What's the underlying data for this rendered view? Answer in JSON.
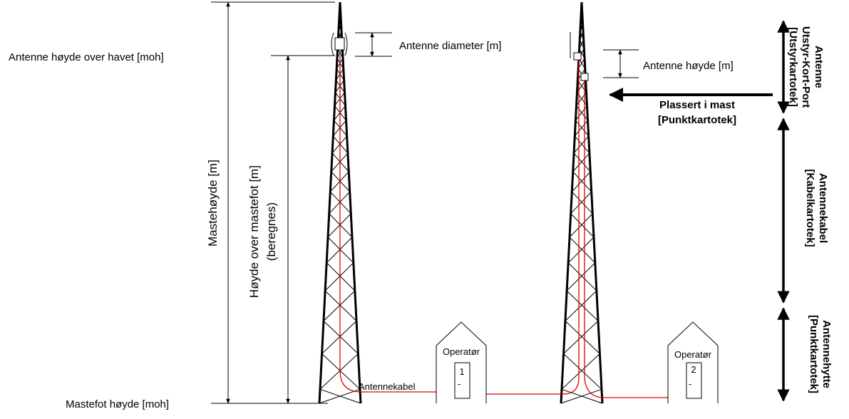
{
  "labels": {
    "antenna_height_asl": "Antenne høyde over havet [moh]",
    "mast_foot_height": "Mastefot høyde [moh]",
    "mast_height": "Mastehøyde [m]",
    "height_over_foot_1": "Høyde over mastefot [m]",
    "height_over_foot_2": "(beregnes)",
    "antenna_diameter": "Antenne diameter [m]",
    "antenna_height": "Antenne høyde [m]",
    "placed_in_mast_1": "Plassert i mast",
    "placed_in_mast_2": "[Punktkartotek]",
    "antenna_cable": "Antennekabel"
  },
  "huts": [
    {
      "title": "Operatør",
      "number": "1",
      "sub": "-"
    },
    {
      "title": "Operatør",
      "number": "2",
      "sub": "-"
    }
  ],
  "right_panel": [
    {
      "line1": "Antenne",
      "line2": "Utstyr-Kort-Port",
      "line3": "[Utstyrkartotek]"
    },
    {
      "line1": "Antennekabel",
      "line2": "[Kabelkartotek]"
    },
    {
      "line1": "Antennehytte",
      "line2": "[Punktkartotek]"
    }
  ]
}
